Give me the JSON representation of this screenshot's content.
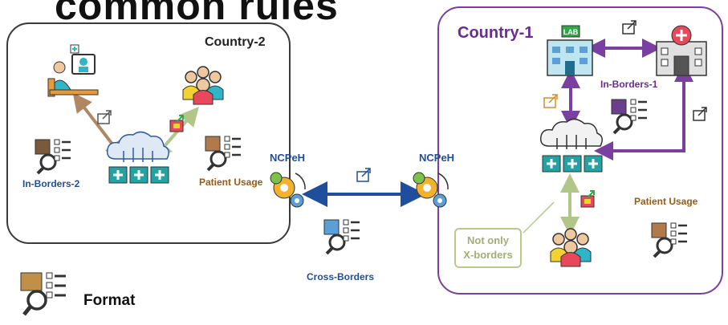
{
  "heading": "common rules",
  "country2": {
    "title": "Country-2",
    "in_borders": "In-Borders-2",
    "patient_usage": "Patient Usage"
  },
  "country1": {
    "title": "Country-1",
    "in_borders": "In-Borders-1",
    "patient_usage": "Patient Usage",
    "lab_label": "LAB"
  },
  "ncpeh_left": "NCPeH",
  "ncpeh_right": "NCPeH",
  "cross_borders": "Cross-Borders",
  "not_only": {
    "line1": "Not only",
    "line2": "X-borders"
  },
  "legend": {
    "format": "Format"
  },
  "colors": {
    "purple": "#7a3fa0",
    "blue": "#1f4e9c",
    "brown": "#b08763",
    "green": "#b3c68a",
    "patient_usage": "#9a5a12"
  }
}
